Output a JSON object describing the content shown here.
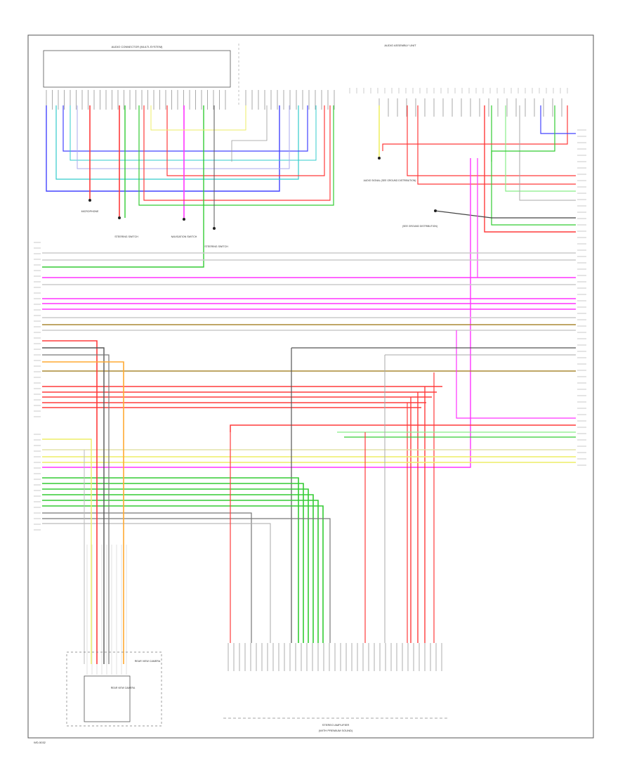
{
  "diagram": {
    "top_left_box_title": "AUDIO CONNECTOR (MULTI-SYSTEM)",
    "top_right_title": "AUDIO ASSEMBLY UNIT",
    "mid_labels": {
      "left_splice_1": "MICROPHONE",
      "left_splice_2": "STEERING SWITCH",
      "left_splice_3": "NAVIGATION SWITCH",
      "left_splice_4": "STEERING SWITCH",
      "center_note": "AUDIO SIGNAL (SEE GROUND DISTRIBUTION)",
      "right_note": "(SEE GROUND DISTRIBUTION)"
    },
    "bottom_left_box_title": "REAR VIEW CAMERA",
    "bottom_left_inner_label": "REAR VIEW CAMERA",
    "bottom_center_title": "STEREO AMPLIFIER",
    "bottom_center_subtitle": "(WITH PREMIUM SOUND)",
    "footer_code": "WD-5032",
    "colors": {
      "red": "#ff3b3b",
      "magenta": "#ff33ff",
      "green": "#33cc33",
      "blue": "#4444ff",
      "cyan": "#33cccc",
      "yellow": "#eeee66",
      "orange": "#ffaa33",
      "gray": "#888888",
      "black": "#333333",
      "brown": "#aa8833",
      "light_green": "#88ee88",
      "light_magenta": "#ff99ff"
    }
  }
}
